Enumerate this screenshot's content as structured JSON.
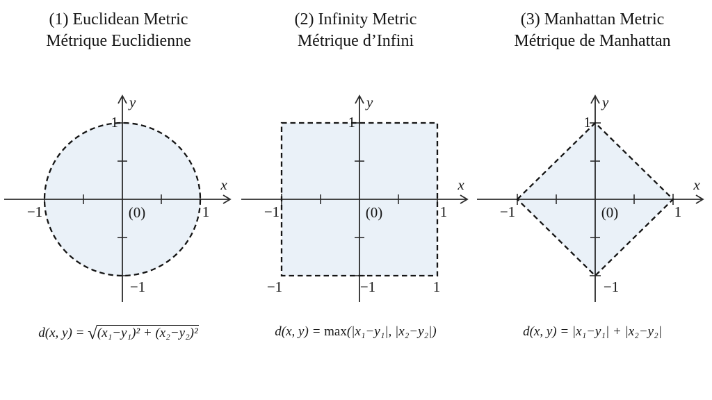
{
  "colors": {
    "shape_fill": "#eaf1f8",
    "outline": "#141414",
    "axis": "#2b2b2b",
    "text": "#161616"
  },
  "panels": [
    {
      "title_line1": "(1) Euclidean Metric",
      "title_line2": "Métrique Euclidienne",
      "shape": "circle",
      "axis": {
        "x_label": "x",
        "y_label": "y",
        "origin_label": "(0)",
        "x_min_label": "−1",
        "x_max_label": "1",
        "y_max_label": "1",
        "y_min_label": "−1"
      },
      "formula": {
        "lhs": "d(x, y) = ",
        "radical_sign": "√",
        "radicand": "(x₁−y₁)² + (x₂−y₂)²"
      }
    },
    {
      "title_line1": "(2) Infinity Metric",
      "title_line2": "Métrique d’Infini",
      "shape": "square",
      "axis": {
        "x_label": "x",
        "y_label": "y",
        "origin_label": "(0)",
        "x_min_label": "−1",
        "x_max_label": "1",
        "y_max_label": "1",
        "y_min_label": "−1",
        "bottom_left_label": "−1",
        "bottom_right_label": "1"
      },
      "formula": {
        "lhs": "d(x, y) = ",
        "op": "max",
        "args": "(|x₁−y₁|, |x₂−y₂|)"
      }
    },
    {
      "title_line1": "(3) Manhattan Metric",
      "title_line2": "Métrique de Manhattan",
      "shape": "diamond",
      "axis": {
        "x_label": "x",
        "y_label": "y",
        "origin_label": "(0)",
        "x_min_label": "−1",
        "x_max_label": "1",
        "y_max_label": "1",
        "y_min_label": "−1"
      },
      "formula": {
        "lhs": "d(x, y) = ",
        "rhs": "|x₁−y₁| + |x₂−y₂|"
      }
    }
  ]
}
